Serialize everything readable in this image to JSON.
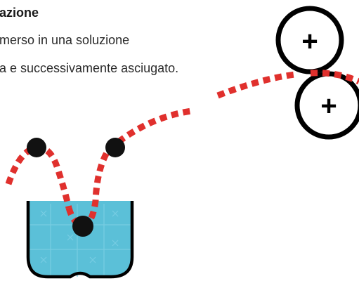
{
  "text": {
    "title": "azione",
    "line_1": "merso in una soluzione",
    "line_2": "a e successivamente asciugato."
  },
  "rollers": [
    {
      "sign": "+"
    },
    {
      "sign": "+"
    }
  ],
  "colors": {
    "path": "#e0302d",
    "liquid": "#5bc0d8",
    "liquid_pattern": "#78cde2",
    "outline": "#000000",
    "ball": "#111111",
    "text": "#1a1a1a"
  },
  "icons": {
    "roller": "circle-plus-icon",
    "particle": "filled-circle-icon",
    "container": "bath-vessel-icon"
  }
}
